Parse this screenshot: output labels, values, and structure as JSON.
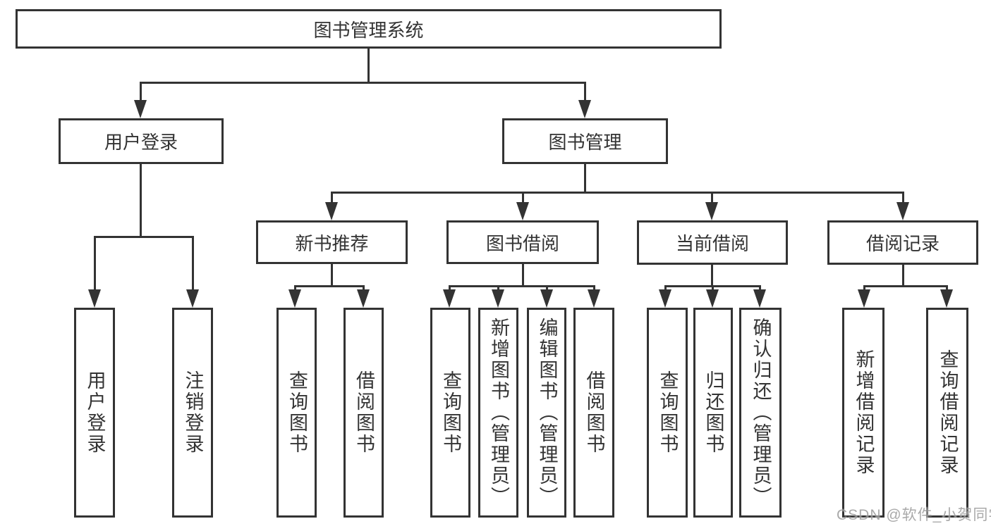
{
  "diagram_type": "hierarchy-tree",
  "root": {
    "label": "图书管理系统"
  },
  "branches": [
    {
      "label": "用户登录",
      "children": [
        {
          "label": "用户登录"
        },
        {
          "label": "注销登录"
        }
      ]
    },
    {
      "label": "图书管理",
      "children": [
        {
          "label": "新书推荐",
          "children": [
            {
              "label": "查询图书"
            },
            {
              "label": "借阅图书"
            }
          ]
        },
        {
          "label": "图书借阅",
          "children": [
            {
              "label": "查询图书"
            },
            {
              "label": "新增图书（管理员）"
            },
            {
              "label": "编辑图书（管理员）"
            },
            {
              "label": "借阅图书"
            }
          ]
        },
        {
          "label": "当前借阅",
          "children": [
            {
              "label": "查询图书"
            },
            {
              "label": "归还图书"
            },
            {
              "label": "确认归还（管理员）"
            }
          ]
        },
        {
          "label": "借阅记录",
          "children": [
            {
              "label": "新增借阅记录"
            },
            {
              "label": "查询借阅记录"
            }
          ]
        }
      ]
    }
  ],
  "watermark": {
    "text": "CSDN @软件_小贺同学"
  },
  "colors": {
    "line": "#333333",
    "text": "#333333",
    "watermark": "#9b9b9b",
    "background": "#ffffff"
  }
}
